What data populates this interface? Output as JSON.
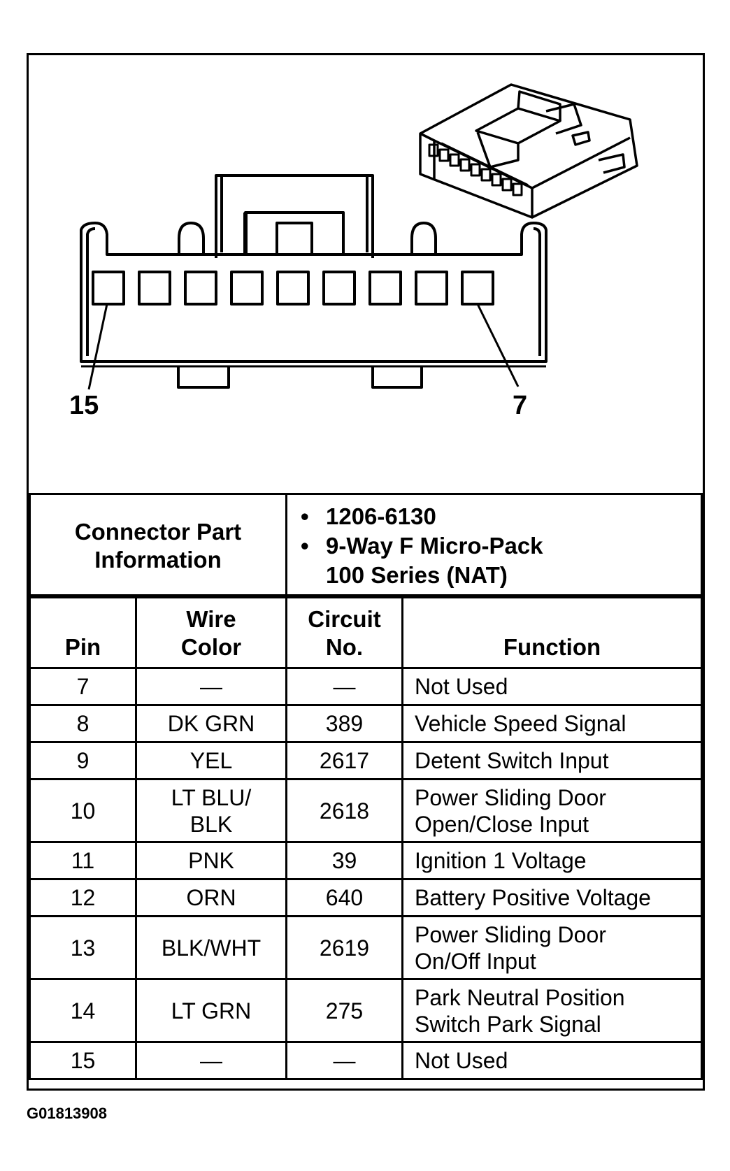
{
  "diagram": {
    "pin_label_left": "15",
    "pin_label_right": "7"
  },
  "connector_info": {
    "label_line1": "Connector Part",
    "label_line2": "Information",
    "part_number": "1206-6130",
    "description_line1": "9-Way F Micro-Pack",
    "description_line2": "100 Series (NAT)",
    "bullet": "•"
  },
  "table": {
    "headers": {
      "pin": "Pin",
      "wire_color_line1": "Wire",
      "wire_color_line2": "Color",
      "circuit_line1": "Circuit",
      "circuit_line2": "No.",
      "function": "Function"
    },
    "rows": [
      {
        "pin": "7",
        "color": "—",
        "circuit": "—",
        "function": "Not Used"
      },
      {
        "pin": "8",
        "color": "DK GRN",
        "circuit": "389",
        "function": "Vehicle Speed Signal"
      },
      {
        "pin": "9",
        "color": "YEL",
        "circuit": "2617",
        "function": "Detent Switch Input"
      },
      {
        "pin": "10",
        "color_line1": "LT BLU/",
        "color_line2": "BLK",
        "circuit": "2618",
        "function_line1": "Power Sliding Door",
        "function_line2": "Open/Close Input"
      },
      {
        "pin": "11",
        "color": "PNK",
        "circuit": "39",
        "function": "Ignition 1 Voltage"
      },
      {
        "pin": "12",
        "color": "ORN",
        "circuit": "640",
        "function": "Battery Positive Voltage"
      },
      {
        "pin": "13",
        "color": "BLK/WHT",
        "circuit": "2619",
        "function_line1": "Power Sliding Door",
        "function_line2": "On/Off Input"
      },
      {
        "pin": "14",
        "color": "LT GRN",
        "circuit": "275",
        "function_line1": "Park Neutral Position",
        "function_line2": "Switch Park Signal"
      },
      {
        "pin": "15",
        "color": "—",
        "circuit": "—",
        "function": "Not Used"
      }
    ]
  },
  "figure_id": "G01813908"
}
